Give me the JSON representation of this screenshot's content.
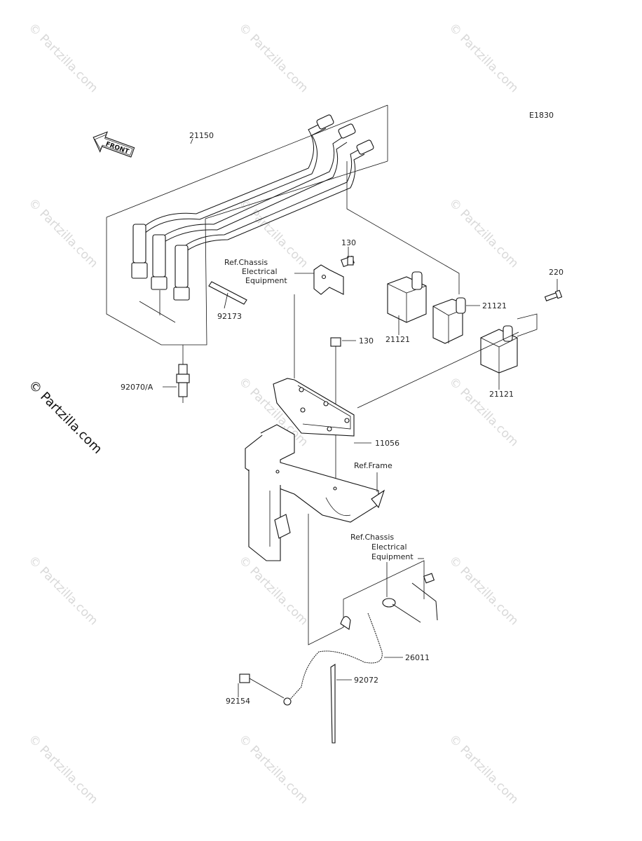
{
  "diagram_code": "E1830",
  "front_label": "FRONT",
  "watermark": "© Partzilla.com",
  "watermark_side": "© Partzilla.com",
  "refs": {
    "chassis_top": [
      "Ref.Chassis",
      "Electrical",
      "Equipment"
    ],
    "frame": "Ref.Frame",
    "chassis_bottom": [
      "Ref.Chassis",
      "Electrical",
      "Equipment"
    ]
  },
  "callouts": {
    "p21150": "21150",
    "p130a": "130",
    "p130b": "130",
    "p92173": "92173",
    "p92070": "92070/A",
    "p21121a": "21121",
    "p21121b": "21121",
    "p21121c": "21121",
    "p220": "220",
    "p11056": "11056",
    "p26011": "26011",
    "p92072": "92072",
    "p92154": "92154"
  }
}
